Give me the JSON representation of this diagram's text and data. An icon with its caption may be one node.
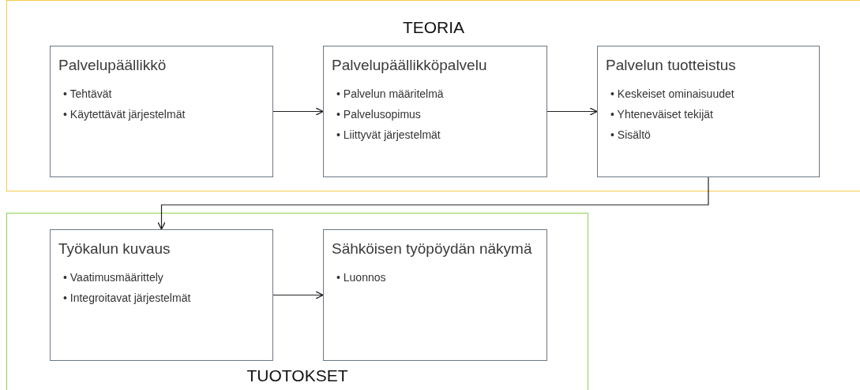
{
  "diagram": {
    "nodes": [
      {
        "text": [
          "TEORIA"
        ]
      },
      {
        "text": [
          "TUOTOKSET"
        ]
      },
      {
        "text": [
          "Palvelupäällikkö",
          "• Tehtävät",
          "• Käytettävät järjestelmät"
        ],
        "in": 0
      },
      {
        "text": [
          "Palvelupäällikköpalvelu",
          "• Palvelun määritelmä",
          "• Palvelusopimus",
          "• Liittyvät järjestelmät"
        ],
        "in": 0
      },
      {
        "text": [
          "Palvelun tuotteistus",
          "• Keskeiset ominaisuudet",
          "• Yhteneväiset tekijät",
          "• Sisältö"
        ],
        "in": 0
      },
      {
        "text": [
          "Työkalun kuvaus",
          "• Vaatimusmäärittely",
          "• Integroitavat järjestelmät"
        ],
        "in": 1
      },
      {
        "text": [
          "Sähköisen työpöydän näkymä",
          "• Luonnos"
        ],
        "in": 1
      }
    ],
    "edges": [
      {
        "from": 2,
        "to": 3,
        "arrow": "to"
      },
      {
        "from": 3,
        "to": 4,
        "arrow": "to"
      },
      {
        "from": 4,
        "to": 5,
        "arrow": "to"
      },
      {
        "from": 5,
        "to": 6,
        "arrow": "to"
      }
    ]
  }
}
